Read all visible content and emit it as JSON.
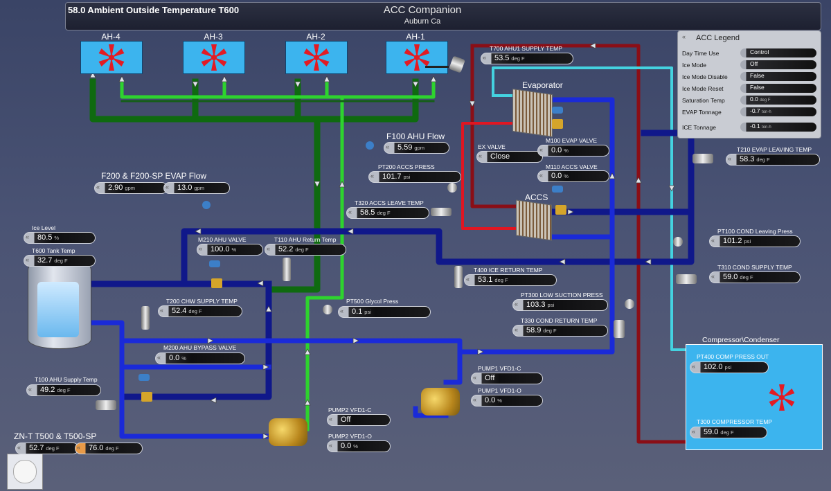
{
  "header": {
    "ambient": "58.0  Ambient Outside Temperature T600",
    "title": "ACC Companion",
    "subtitle": "Auburn Ca"
  },
  "air_handlers": [
    "AH-4",
    "AH-3",
    "AH-2",
    "AH-1"
  ],
  "labels": {
    "evaporator": "Evaporator",
    "accs": "ACCS",
    "compressor_condenser": "Compressor\\Condenser",
    "f100": "F100 AHU Flow",
    "f200": "F200 & F200-SP EVAP Flow",
    "znt": "ZN-T T500 & T500-SP"
  },
  "instruments": {
    "t700": {
      "label": "T700 AHU1 SUPPLY TEMP",
      "value": "53.5",
      "unit": "deg F"
    },
    "f100": {
      "value": "5.59",
      "unit": "gpm"
    },
    "pt200": {
      "label": "PT200 ACCS PRESS",
      "value": "101.7",
      "unit": "psi"
    },
    "ex_valve": {
      "label": "EX VALVE",
      "value": "Close",
      "unit": ""
    },
    "m100": {
      "label": "M100 EVAP VALVE",
      "value": "0.0",
      "unit": "%"
    },
    "m110": {
      "label": "M110 ACCS VALVE",
      "value": "0.0",
      "unit": "%"
    },
    "t210": {
      "label": "T210 EVAP LEAVING TEMP",
      "value": "58.3",
      "unit": "deg F"
    },
    "f200": {
      "value": "2.90",
      "unit": "gpm"
    },
    "f200sp": {
      "value": "13.0",
      "unit": "gpm"
    },
    "t320": {
      "label": "T320 ACCS LEAVE TEMP",
      "value": "58.5",
      "unit": "deg F"
    },
    "ice_level": {
      "label": "Ice Level",
      "value": "80.5",
      "unit": "%"
    },
    "t600": {
      "label": "T600 Tank Temp",
      "value": "32.7",
      "unit": "deg F"
    },
    "m210": {
      "label": "M210 AHU VALVE",
      "value": "100.0",
      "unit": "%"
    },
    "t110": {
      "label": "T110 AHU Return Temp",
      "value": "52.2",
      "unit": "deg F"
    },
    "pt100": {
      "label": "PT100 COND Leaving Press",
      "value": "101.2",
      "unit": "psi"
    },
    "t400": {
      "label": "T400 ICE RETURN TEMP",
      "value": "53.1",
      "unit": "deg F"
    },
    "t310": {
      "label": "T310 COND SUPPLY TEMP",
      "value": "59.0",
      "unit": "deg F"
    },
    "pt300": {
      "label": "PT300 LOW SUCTION PRESS",
      "value": "103.3",
      "unit": "psi"
    },
    "t200": {
      "label": "T200 CHW SUPPLY TEMP",
      "value": "52.4",
      "unit": "deg F"
    },
    "pt500": {
      "label": "PT500 Glycol Press",
      "value": "0.1",
      "unit": "psi"
    },
    "t330": {
      "label": "T330 COND RETURN TEMP",
      "value": "58.9",
      "unit": "deg F"
    },
    "m200": {
      "label": "M200 AHU BYPASS VALVE",
      "value": "0.0",
      "unit": "%"
    },
    "pump1_c": {
      "label": "PUMP1 VFD1-C",
      "value": "Off",
      "unit": ""
    },
    "pump1_o": {
      "label": "PUMP1 VFD1-O",
      "value": "0.0",
      "unit": "%"
    },
    "t100": {
      "label": "T100 AHU Supply Temp",
      "value": "49.2",
      "unit": "deg F"
    },
    "pump2_c": {
      "label": "PUMP2 VFD1-C",
      "value": "Off",
      "unit": ""
    },
    "pump2_o": {
      "label": "PUMP2 VFD1-O",
      "value": "0.0",
      "unit": "%"
    },
    "pt400": {
      "label": "PT400 COMP PRESS OUT",
      "value": "102.0",
      "unit": "psi"
    },
    "t300": {
      "label": "T300 COMPRESSOR TEMP",
      "value": "59.0",
      "unit": "deg F"
    },
    "t500": {
      "value": "52.7",
      "unit": "deg F"
    },
    "t500sp": {
      "value": "76.0",
      "unit": "deg F"
    }
  },
  "legend": {
    "title": "ACC Legend",
    "rows": [
      {
        "label": "Day Time Use",
        "value": "Control",
        "unit": ""
      },
      {
        "label": "Ice Mode",
        "value": "Off",
        "unit": ""
      },
      {
        "label": "Ice Mode Disable",
        "value": "False",
        "unit": ""
      },
      {
        "label": "Ice Mode Reset",
        "value": "False",
        "unit": ""
      },
      {
        "label": "Saturation Temp",
        "value": "0.0",
        "unit": "deg F"
      },
      {
        "label": "EVAP Tonnage",
        "value": "-0.7",
        "unit": "ton-h"
      },
      {
        "label": "ICE Tonnage",
        "value": "-0.1",
        "unit": "ton-h"
      }
    ]
  },
  "colors": {
    "chilled_supply": "#1a2ad8",
    "glycol": "#1fb21f",
    "refrigerant_hot": "#c0141a",
    "condenser_water": "#44d2e0",
    "fan": "#e31b23",
    "ah_box": "#3cb4ee"
  },
  "icons": {
    "fan": "fan-icon",
    "sensor": "temperature-sensor-icon",
    "valve": "control-valve-icon",
    "pump": "pump-icon",
    "chevron": "double-chevron-icon"
  }
}
